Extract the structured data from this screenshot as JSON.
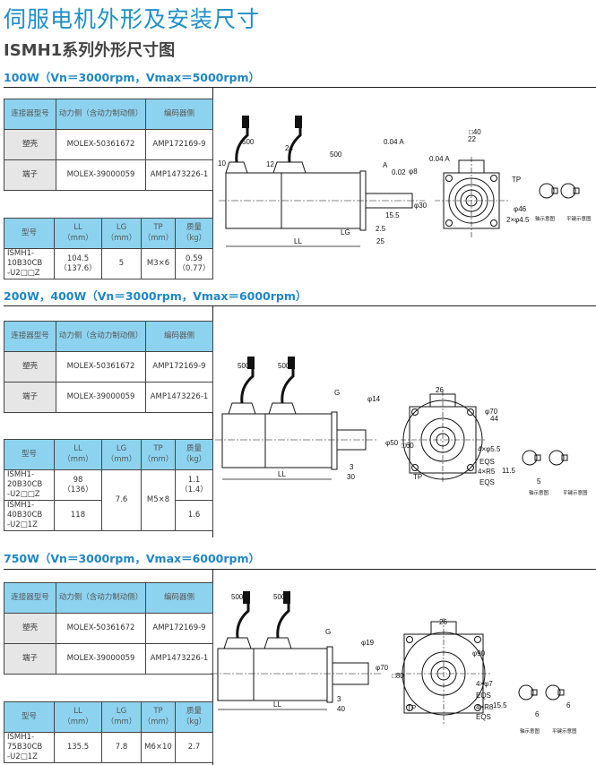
{
  "title": "伺服电机外形及安装尺寸",
  "subtitle": "ISMH1系列外形尺寸图",
  "colors": {
    "accent": "#1f8fcb",
    "table_header": "#8dd3ef",
    "first_col": "#e6e6e6"
  },
  "sections": [
    {
      "heading": "100W（Vn＝3000rpm，Vmax＝5000rpm）",
      "connector_table": {
        "headers": [
          "连接器型号",
          "动力侧（含动力制动侧）",
          "编码器侧"
        ],
        "rows": [
          [
            "塑壳",
            "MOLEX-50361672",
            "AMP172169-9"
          ],
          [
            "端子",
            "MOLEX-39000059",
            "AMP1473226-1"
          ]
        ]
      },
      "spec_table": {
        "headers": [
          "型号",
          "LL\n（mm）",
          "LG\n（mm）",
          "TP\n（mm）",
          "质量\n（kg）"
        ],
        "rows": [
          [
            "ISMH1-\n10B30CB\n-U2□□Z",
            "104.5\n（137.6）",
            "5",
            "M3×6",
            "0.59\n（0.77）"
          ]
        ]
      },
      "drawing": {
        "labels": [
          "500",
          "500",
          "24",
          "12",
          "10",
          "LL",
          "LG",
          "2.5",
          "25",
          "15.5",
          "0.04 A",
          "A",
          "0.02",
          "φ8",
          "φ30",
          "□40",
          "22",
          "TP",
          "φ46",
          "2×φ4.5",
          "0.04 A",
          "轴示意图",
          "平键示意图"
        ]
      }
    },
    {
      "heading": "200W，400W（Vn＝3000rpm，Vmax＝6000rpm）",
      "connector_table": {
        "headers": [
          "连接器型号",
          "动力侧（含动力制动侧）",
          "编码器侧"
        ],
        "rows": [
          [
            "塑壳",
            "MOLEX-50361672",
            "AMP172169-9"
          ],
          [
            "端子",
            "MOLEX-39000059",
            "AMP1473226-1"
          ]
        ]
      },
      "spec_table": {
        "headers": [
          "型号",
          "LL\n（mm）",
          "LG\n（mm）",
          "TP\n（mm）",
          "质量\n（kg）"
        ],
        "rows": [
          [
            "ISMH1-\n20B30CB\n-U2□□Z",
            "98\n（136）",
            "7.6",
            "M5×8",
            "1.1\n（1.4）"
          ],
          [
            "ISMH1-\n40B30CB\n-U2□1Z",
            "118",
            null,
            null,
            "1.6"
          ]
        ]
      },
      "drawing": {
        "labels": [
          "500",
          "500",
          "G",
          "φ14",
          "φ50",
          "LL",
          "3",
          "30",
          "26",
          "φ70",
          "□60",
          "44",
          "TP",
          "4×φ5.5",
          "EQS",
          "4×R5",
          "EQS",
          "11.5",
          "5",
          "轴示意图",
          "平键示意图"
        ]
      }
    },
    {
      "heading": "750W（Vn＝3000rpm，Vmax＝6000rpm）",
      "connector_table": {
        "headers": [
          "连接器型号",
          "动力侧（含动力制动侧）",
          "编码器侧"
        ],
        "rows": [
          [
            "塑壳",
            "MOLEX-50361672",
            "AMP172169-9"
          ],
          [
            "端子",
            "MOLEX-39000059",
            "AMP1473226-1"
          ]
        ]
      },
      "spec_table": {
        "headers": [
          "型号",
          "LL\n（mm）",
          "LG\n（mm）",
          "TP\n（mm）",
          "质量\n（kg）"
        ],
        "rows": [
          [
            "ISMH1-\n75B30CB\n-U2□1Z",
            "135.5",
            "7.8",
            "M6×10",
            "2.7"
          ]
        ]
      },
      "drawing": {
        "labels": [
          "500",
          "500",
          "G",
          "φ19",
          "φ70",
          "LL",
          "3",
          "40",
          "26",
          "φ90",
          "□80",
          "TP",
          "4×φ7",
          "EQS",
          "4×R8",
          "EQS",
          "15.5",
          "6",
          "6",
          "轴示意图",
          "平键示意图"
        ]
      }
    }
  ]
}
